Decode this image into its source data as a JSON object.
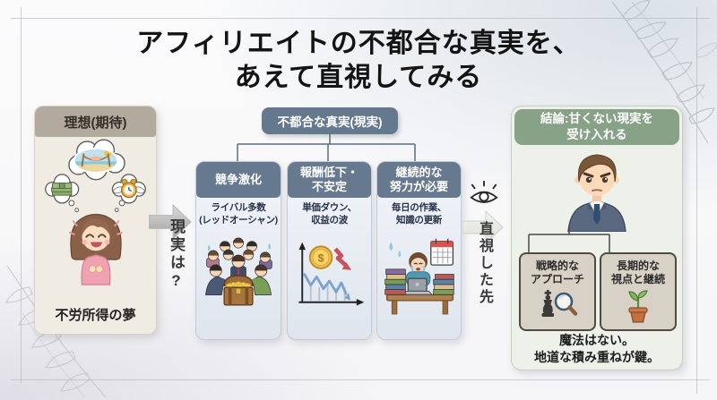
{
  "title": {
    "line1": "アフィリエイトの不都合な真実を、",
    "line2": "あえて直視してみる"
  },
  "ideal": {
    "header": "理想(期待)",
    "caption": "不労所得の夢",
    "thought_icons": [
      "money-stack-icon",
      "beach-hammock-icon",
      "winged-clock-icon"
    ]
  },
  "arrows": {
    "reality_label": "現実は?",
    "insight_label": "直視した先"
  },
  "truth": {
    "header": "不都合な真実(現実)",
    "columns": [
      {
        "title": "競争激化",
        "caption": "ライバル多数\n(レッドオーシャン)",
        "icon": "crowd-treasure-icon"
      },
      {
        "title": "報酬低下・\n不安定",
        "caption": "単価ダウン、\n収益の波",
        "icon": "declining-chart-icon"
      },
      {
        "title": "継続的な\n努力が必要",
        "caption": "毎日の作業、\n知識の更新",
        "icon": "desk-work-icon"
      }
    ]
  },
  "conclusion": {
    "header": "結論:甘くない現実を\n受け入れる",
    "boxes": [
      {
        "label": "戦略的な\nアプローチ",
        "icon": "chess-magnifier-icon"
      },
      {
        "label": "長期的な\n視点と継続",
        "icon": "potted-plant-icon"
      }
    ],
    "caption": "魔法はない。\n地道な積み重ねが鍵。"
  },
  "colors": {
    "ideal_header_bg": "#b2aa9d",
    "truth_header_bg": "#64798e",
    "conclusion_header_bg": "#88a287",
    "strategy_box_bg": "#d8d1c5",
    "column_card_bg": "#e9edf4",
    "text_dark": "#2d2d2d"
  }
}
